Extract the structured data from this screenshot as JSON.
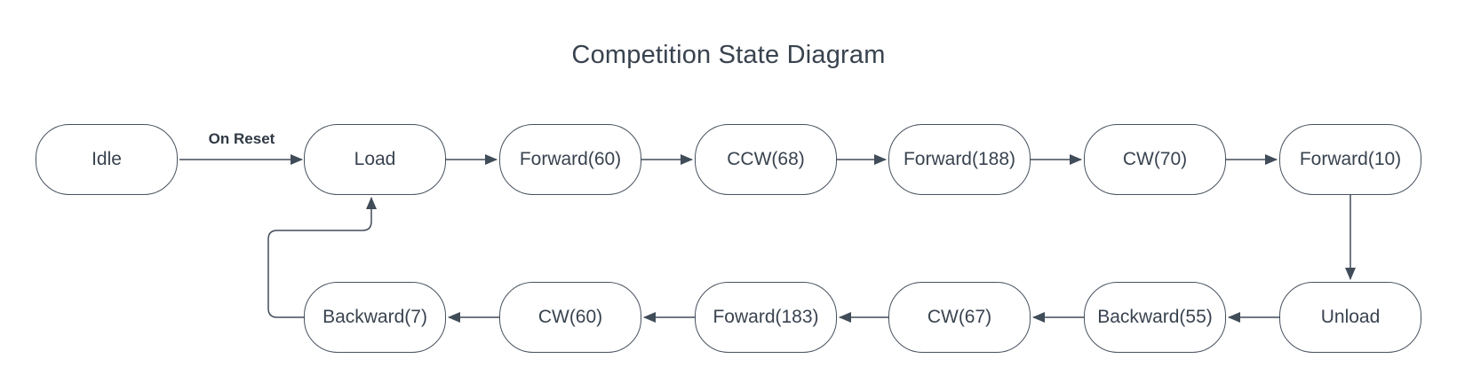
{
  "title": "Competition State Diagram",
  "colors": {
    "background": "#ffffff",
    "node_border": "#47515e",
    "edge_stroke": "#414c59",
    "text": "#39434f"
  },
  "nodes": [
    {
      "id": "idle",
      "label": "Idle"
    },
    {
      "id": "load",
      "label": "Load"
    },
    {
      "id": "forward-60",
      "label": "Forward(60)"
    },
    {
      "id": "ccw-68",
      "label": "CCW(68)"
    },
    {
      "id": "forward-188",
      "label": "Forward(188)"
    },
    {
      "id": "cw-70",
      "label": "CW(70)"
    },
    {
      "id": "forward-10",
      "label": "Forward(10)"
    },
    {
      "id": "unload",
      "label": "Unload"
    },
    {
      "id": "backward-55",
      "label": "Backward(55)"
    },
    {
      "id": "cw-67",
      "label": "CW(67)"
    },
    {
      "id": "foward-183",
      "label": "Foward(183)"
    },
    {
      "id": "cw-60",
      "label": "CW(60)"
    },
    {
      "id": "backward-7",
      "label": "Backward(7)"
    }
  ],
  "edges": [
    {
      "from": "idle",
      "to": "load",
      "label": "On Reset"
    },
    {
      "from": "load",
      "to": "forward-60",
      "label": ""
    },
    {
      "from": "forward-60",
      "to": "ccw-68",
      "label": ""
    },
    {
      "from": "ccw-68",
      "to": "forward-188",
      "label": ""
    },
    {
      "from": "forward-188",
      "to": "cw-70",
      "label": ""
    },
    {
      "from": "cw-70",
      "to": "forward-10",
      "label": ""
    },
    {
      "from": "forward-10",
      "to": "unload",
      "label": ""
    },
    {
      "from": "unload",
      "to": "backward-55",
      "label": ""
    },
    {
      "from": "backward-55",
      "to": "cw-67",
      "label": ""
    },
    {
      "from": "cw-67",
      "to": "foward-183",
      "label": ""
    },
    {
      "from": "foward-183",
      "to": "cw-60",
      "label": ""
    },
    {
      "from": "cw-60",
      "to": "backward-7",
      "label": ""
    },
    {
      "from": "backward-7",
      "to": "load",
      "label": ""
    }
  ]
}
